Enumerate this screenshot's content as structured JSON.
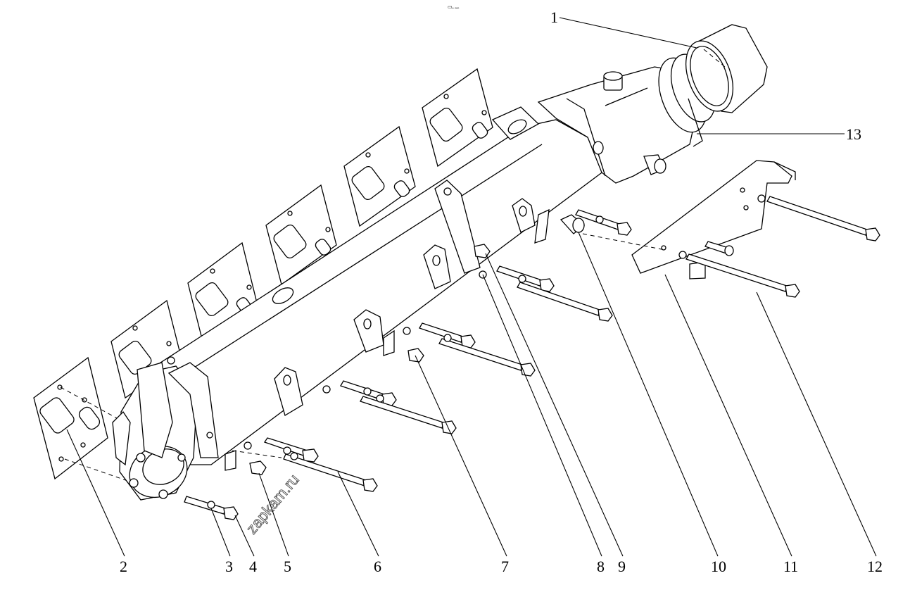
{
  "header": {
    "caption": "▭ₐ ₒₒₒ"
  },
  "watermark": "zapkam.ru",
  "callouts": [
    "1",
    "2",
    "3",
    "4",
    "5",
    "6",
    "7",
    "8",
    "9",
    "10",
    "11",
    "12",
    "13"
  ]
}
